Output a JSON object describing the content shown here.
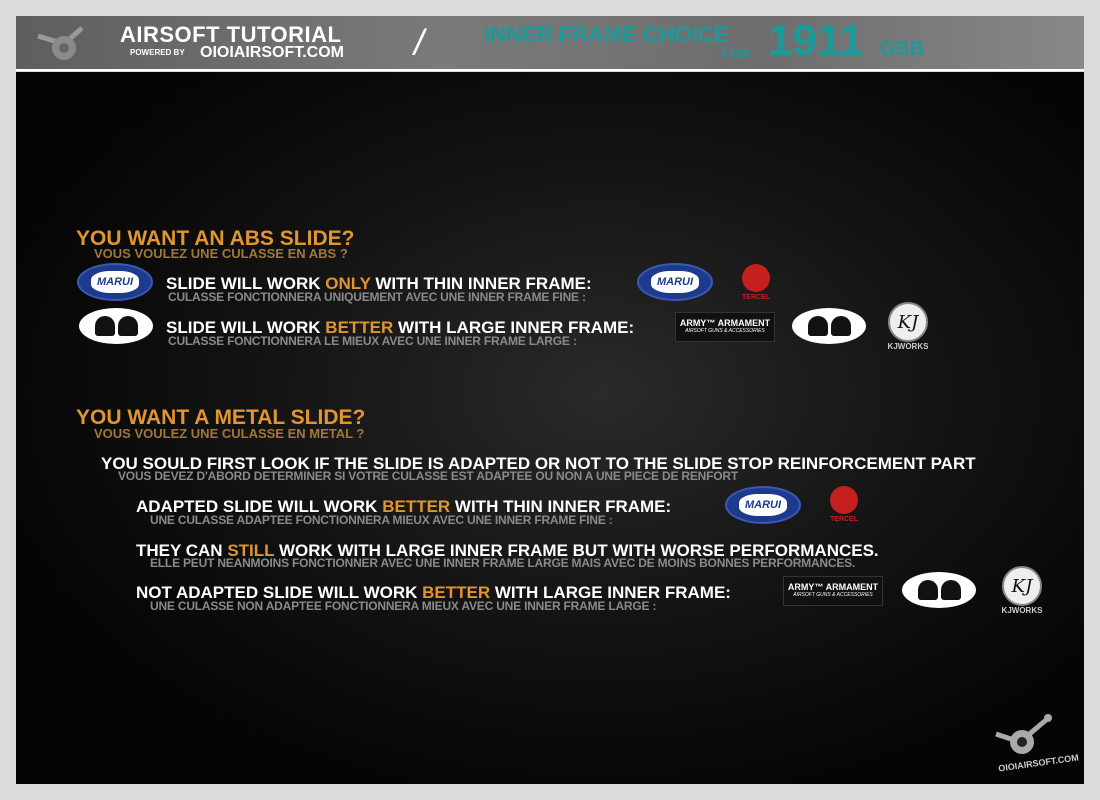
{
  "header": {
    "title": "AIRSOFT  TUTORIAL",
    "powered_by": "POWERED BY",
    "site": "OIOIAIRSOFT.COM",
    "separator": "/",
    "subject": "INNER FRAME CHOICE",
    "for": "FOR",
    "model": "1911",
    "model_suffix": "GBB"
  },
  "logos": {
    "marui": "MARUI",
    "tercel": "TERCEL",
    "army_line1": "ARMY™ ARMAMENT",
    "army_line2": "AIRSOFT GUNS & ACCESSORIES",
    "kj": "KJ",
    "kjworks": "KJWORKS",
    "footer_site": "OIOIAIRSOFT.COM"
  },
  "abs": {
    "title": "YOU WANT AN ABS SLIDE?",
    "subtitle": "VOUS VOULEZ UNE CULASSE EN ABS ?",
    "row1": {
      "pre": "SLIDE WILL WORK ",
      "hl": "ONLY",
      "post": " WITH THIN INNER FRAME:",
      "fr": "CULASSE FONCTIONNERA UNIQUEMENT AVEC UNE INNER FRAME FINE :"
    },
    "row2": {
      "pre": "SLIDE WILL WORK ",
      "hl": "BETTER",
      "post": " WITH LARGE INNER FRAME:",
      "fr": "CULASSE FONCTIONNERA LE MIEUX AVEC UNE INNER FRAME LARGE :"
    }
  },
  "metal": {
    "title": "YOU WANT A METAL SLIDE?",
    "subtitle": "VOUS VOULEZ UNE CULASSE EN METAL ?",
    "intro": {
      "en": "YOU SOULD FIRST LOOK IF THE SLIDE IS ADAPTED OR NOT TO THE SLIDE STOP REINFORCEMENT PART",
      "fr": "VOUS DEVEZ D'ABORD DETERMINER SI VOTRE CULASSE EST ADAPTEE OU NON A UNE PIECE DE RENFORT"
    },
    "row1": {
      "pre": "ADAPTED SLIDE WILL WORK ",
      "hl": "BETTER",
      "post": " WITH THIN INNER FRAME:",
      "fr": "UNE CULASSE ADAPTEE FONCTIONNERA MIEUX AVEC UNE INNER FRAME FINE :"
    },
    "row2": {
      "pre": "THEY CAN ",
      "hl": "STILL",
      "post": " WORK WITH LARGE INNER FRAME BUT WITH WORSE PERFORMANCES.",
      "fr": "ELLE PEUT NEANMOINS FONCTIONNER AVEC UNE INNER FRAME LARGE MAIS AVEC DE MOINS BONNES PERFORMANCES."
    },
    "row3": {
      "pre": "NOT ADAPTED SLIDE WILL WORK ",
      "hl": "BETTER",
      "post": " WITH LARGE INNER FRAME:",
      "fr": "UNE CULASSE NON ADAPTEE FONCTIONNERA MIEUX AVEC UNE INNER FRAME LARGE :"
    }
  }
}
